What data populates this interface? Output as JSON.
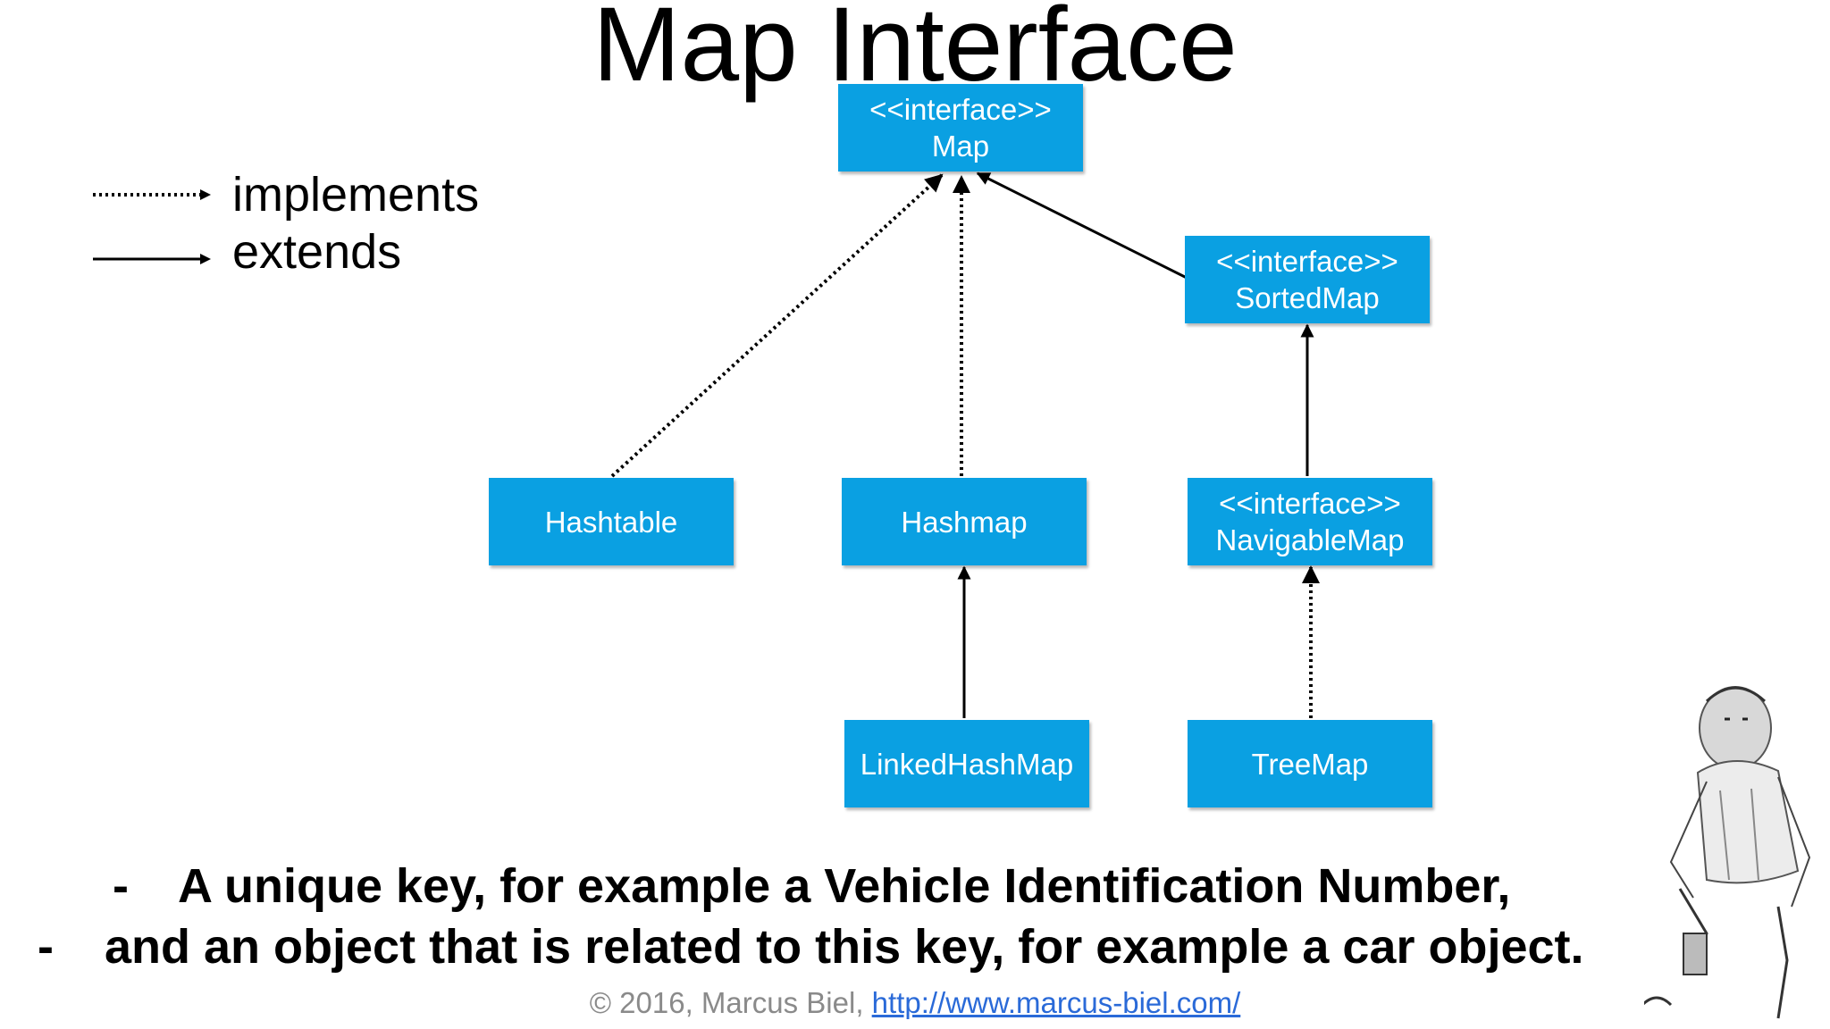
{
  "title": "Map Interface",
  "legend": {
    "implements_label": "implements",
    "extends_label": "extends"
  },
  "boxes": {
    "map": {
      "stereotype": "<<interface>>",
      "name": "Map"
    },
    "sorted_map": {
      "stereotype": "<<interface>>",
      "name": "SortedMap"
    },
    "hashtable": {
      "name": "Hashtable"
    },
    "hashmap": {
      "name": "Hashmap"
    },
    "navigable_map": {
      "stereotype": "<<interface>>",
      "name": "NavigableMap"
    },
    "linked_hash_map": {
      "name": "LinkedHashMap"
    },
    "tree_map": {
      "name": "TreeMap"
    }
  },
  "relations": [
    {
      "from": "Hashtable",
      "to": "Map",
      "kind": "implements"
    },
    {
      "from": "Hashmap",
      "to": "Map",
      "kind": "implements"
    },
    {
      "from": "SortedMap",
      "to": "Map",
      "kind": "extends"
    },
    {
      "from": "NavigableMap",
      "to": "SortedMap",
      "kind": "extends"
    },
    {
      "from": "LinkedHashMap",
      "to": "Hashmap",
      "kind": "extends"
    },
    {
      "from": "TreeMap",
      "to": "NavigableMap",
      "kind": "implements"
    }
  ],
  "bullets": [
    {
      "dash": "-",
      "text": "A unique key, for example a Vehicle Identification Number,"
    },
    {
      "dash": "-",
      "text": "and an object that is related to this key, for example a car object."
    }
  ],
  "footer": {
    "copyright": "© 2016, Marcus Biel, ",
    "link": "http://www.marcus-biel.com/"
  },
  "colors": {
    "box_fill": "#0aa0e2",
    "box_text": "#ffffff",
    "footer_text": "#8a8a8a",
    "link": "#2a6ad8"
  },
  "icons": {
    "illustration": "craftsman-sketch-illustration"
  }
}
